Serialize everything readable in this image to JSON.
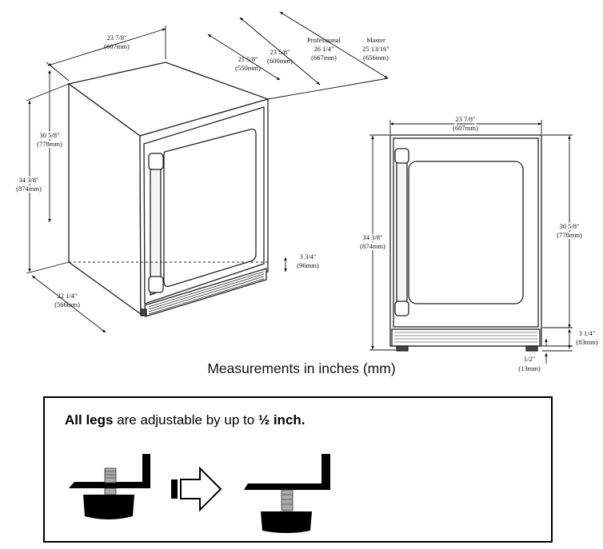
{
  "iso_view": {
    "width": {
      "inch": "23 7/8\"",
      "mm": "(607mm)"
    },
    "depth_550": {
      "inch": "21 5/8\"",
      "mm": "(550mm)"
    },
    "depth_600": {
      "inch": "23 5/8\"",
      "mm": "(600mm)"
    },
    "professional": {
      "name": "Professional",
      "inch": "26 1/4\"",
      "mm": "(667mm)"
    },
    "master": {
      "name": "Master",
      "inch": "25 13/16\"",
      "mm": "(656mm)"
    },
    "door_height": {
      "inch": "30 5/8\"",
      "mm": "(778mm)"
    },
    "total_height": {
      "inch": "34 3/8\"",
      "mm": "(874mm)"
    },
    "side_depth": {
      "inch": "22 1/4\"",
      "mm": "(566mm)"
    },
    "toe_kick": {
      "inch": "3 3/4\"",
      "mm": "(96mm)"
    }
  },
  "front_view": {
    "width": {
      "inch": "23 7/8\"",
      "mm": "(607mm)"
    },
    "total_height": {
      "inch": "34 3/8\"",
      "mm": "(874mm)"
    },
    "door_height": {
      "inch": "30 5/8\"",
      "mm": "(778mm)"
    },
    "toe_kick": {
      "inch": "3 1/4\"",
      "mm": "(83mm)"
    },
    "leg": {
      "inch": "1/2\"",
      "mm": "(13mm)"
    }
  },
  "caption": "Measurements in inches (mm)",
  "legs_note": {
    "bold_start": "All legs",
    "middle": " are adjustable by up to ",
    "bold_end": "½ inch."
  }
}
